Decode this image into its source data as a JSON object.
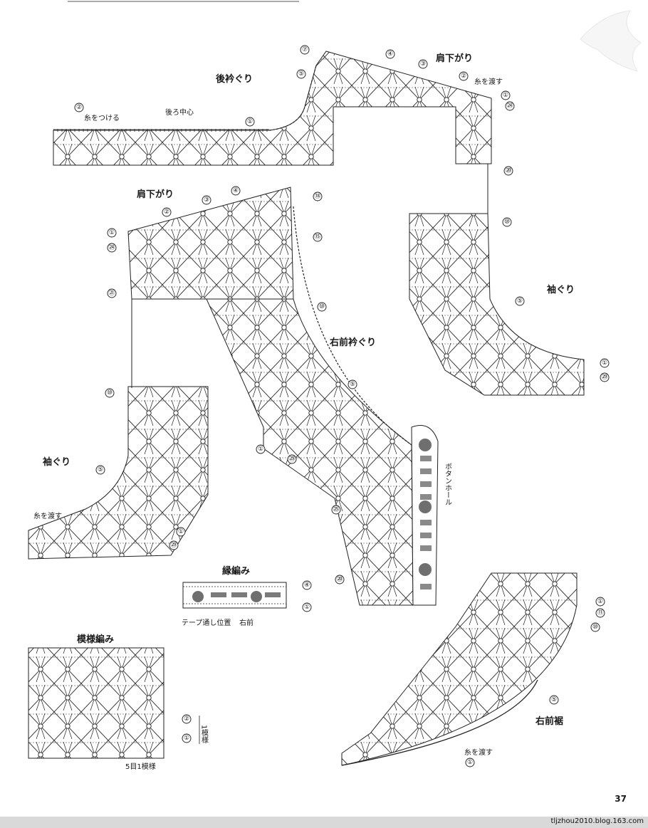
{
  "labels": {
    "back_neck": "後衿ぐり",
    "shoulder_top": "肩下がり",
    "attach_yarn": "糸をつける",
    "center_back": "後ろ中心",
    "pass_yarn_top": "糸を渡す",
    "shoulder_left": "肩下がり",
    "right_front_neck": "右前衿ぐり",
    "armhole_right": "袖ぐり",
    "armhole_left": "袖ぐり",
    "pass_yarn_left": "糸を渡す",
    "button_hole": "ボタンホール",
    "edging": "縁編み",
    "tape_position": "テープ通し位置",
    "right_front": "右前",
    "pattern_stitch": "模様編み",
    "pattern_repeat_v": "1模様",
    "pattern_repeat_h": "5目1模様",
    "right_front_hem": "右前裾",
    "pass_yarn_hem": "糸を渡す"
  },
  "row_markers": {
    "m01": "⑦",
    "m02": "④",
    "m03": "③",
    "m04": "⑤",
    "m05": "②",
    "m06": "①",
    "m07": "㉔",
    "m08": "②",
    "m09": "①",
    "m10": "⑳",
    "m11": "④",
    "m12": "③",
    "m13": "②",
    "m14": "①",
    "m15": "㉔",
    "m16": "㉑",
    "m17": "⑱",
    "m18": "⑮",
    "m19": "⑩",
    "m20": "⑩",
    "m21": "⑤",
    "m22": "①",
    "m23": "㉙",
    "m24": "⑩",
    "m25": "⑤",
    "m26": "①",
    "m27": "㉙",
    "m28": "⑤",
    "m29": "①",
    "m30": "㉙",
    "m31": "㉕",
    "m32": "⑳",
    "m33": "④",
    "m34": "①",
    "m35": "②",
    "m36": "①",
    "m37": "①",
    "m38": "⑪",
    "m39": "⑩",
    "m40": "⑤",
    "m41": "①"
  },
  "page_number": "37",
  "footer_text": "tljzhou2010.blog.163.com"
}
